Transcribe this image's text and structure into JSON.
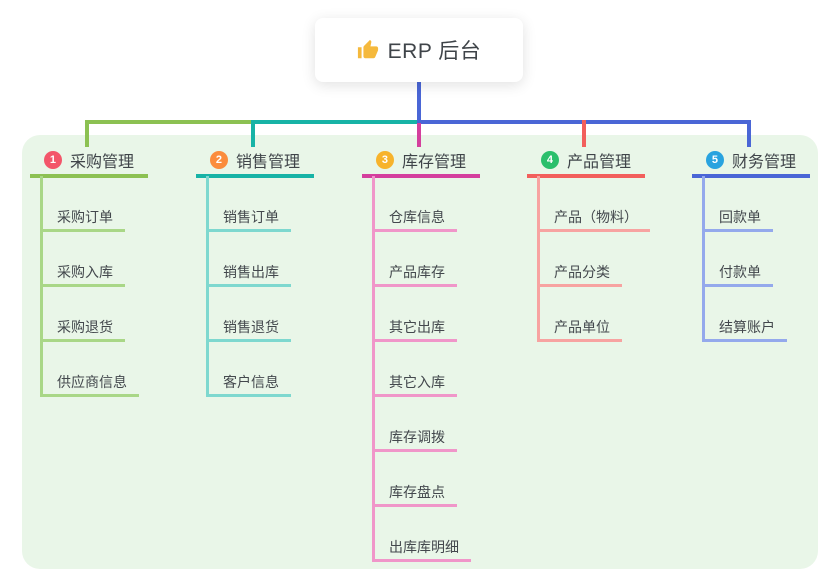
{
  "root": {
    "label": "ERP 后台",
    "icon": "thumbs-up-icon",
    "icon_color": "#f5b93c"
  },
  "colors": {
    "canvas": "#ffffff",
    "panel": "#e9f6e8",
    "trunk": "#4a66d6",
    "title_text": "#3f4449",
    "item_text": "#43484d"
  },
  "branches": [
    {
      "number": "1",
      "title": "采购管理",
      "badge_color": "#f3566a",
      "line_color": "#8cc152",
      "child_line_color": "#a9d787",
      "children": [
        "采购订单",
        "采购入库",
        "采购退货",
        "供应商信息"
      ]
    },
    {
      "number": "2",
      "title": "销售管理",
      "badge_color": "#fb8c3c",
      "line_color": "#17b3a6",
      "child_line_color": "#7ed8cf",
      "children": [
        "销售订单",
        "销售出库",
        "销售退货",
        "客户信息"
      ]
    },
    {
      "number": "3",
      "title": "库存管理",
      "badge_color": "#f7b32b",
      "line_color": "#d43f9d",
      "child_line_color": "#f096c9",
      "children": [
        "仓库信息",
        "产品库存",
        "其它出库",
        "其它入库",
        "库存调拨",
        "库存盘点",
        "出库库明细"
      ]
    },
    {
      "number": "4",
      "title": "产品管理",
      "badge_color": "#2bbf6c",
      "line_color": "#f25f5c",
      "child_line_color": "#f7a3a1",
      "children": [
        "产品（物料）",
        "产品分类",
        "产品单位"
      ]
    },
    {
      "number": "5",
      "title": "财务管理",
      "badge_color": "#29a3df",
      "line_color": "#4a66d6",
      "child_line_color": "#94a9ec",
      "children": [
        "回款单",
        "付款单",
        "结算账户"
      ]
    }
  ]
}
